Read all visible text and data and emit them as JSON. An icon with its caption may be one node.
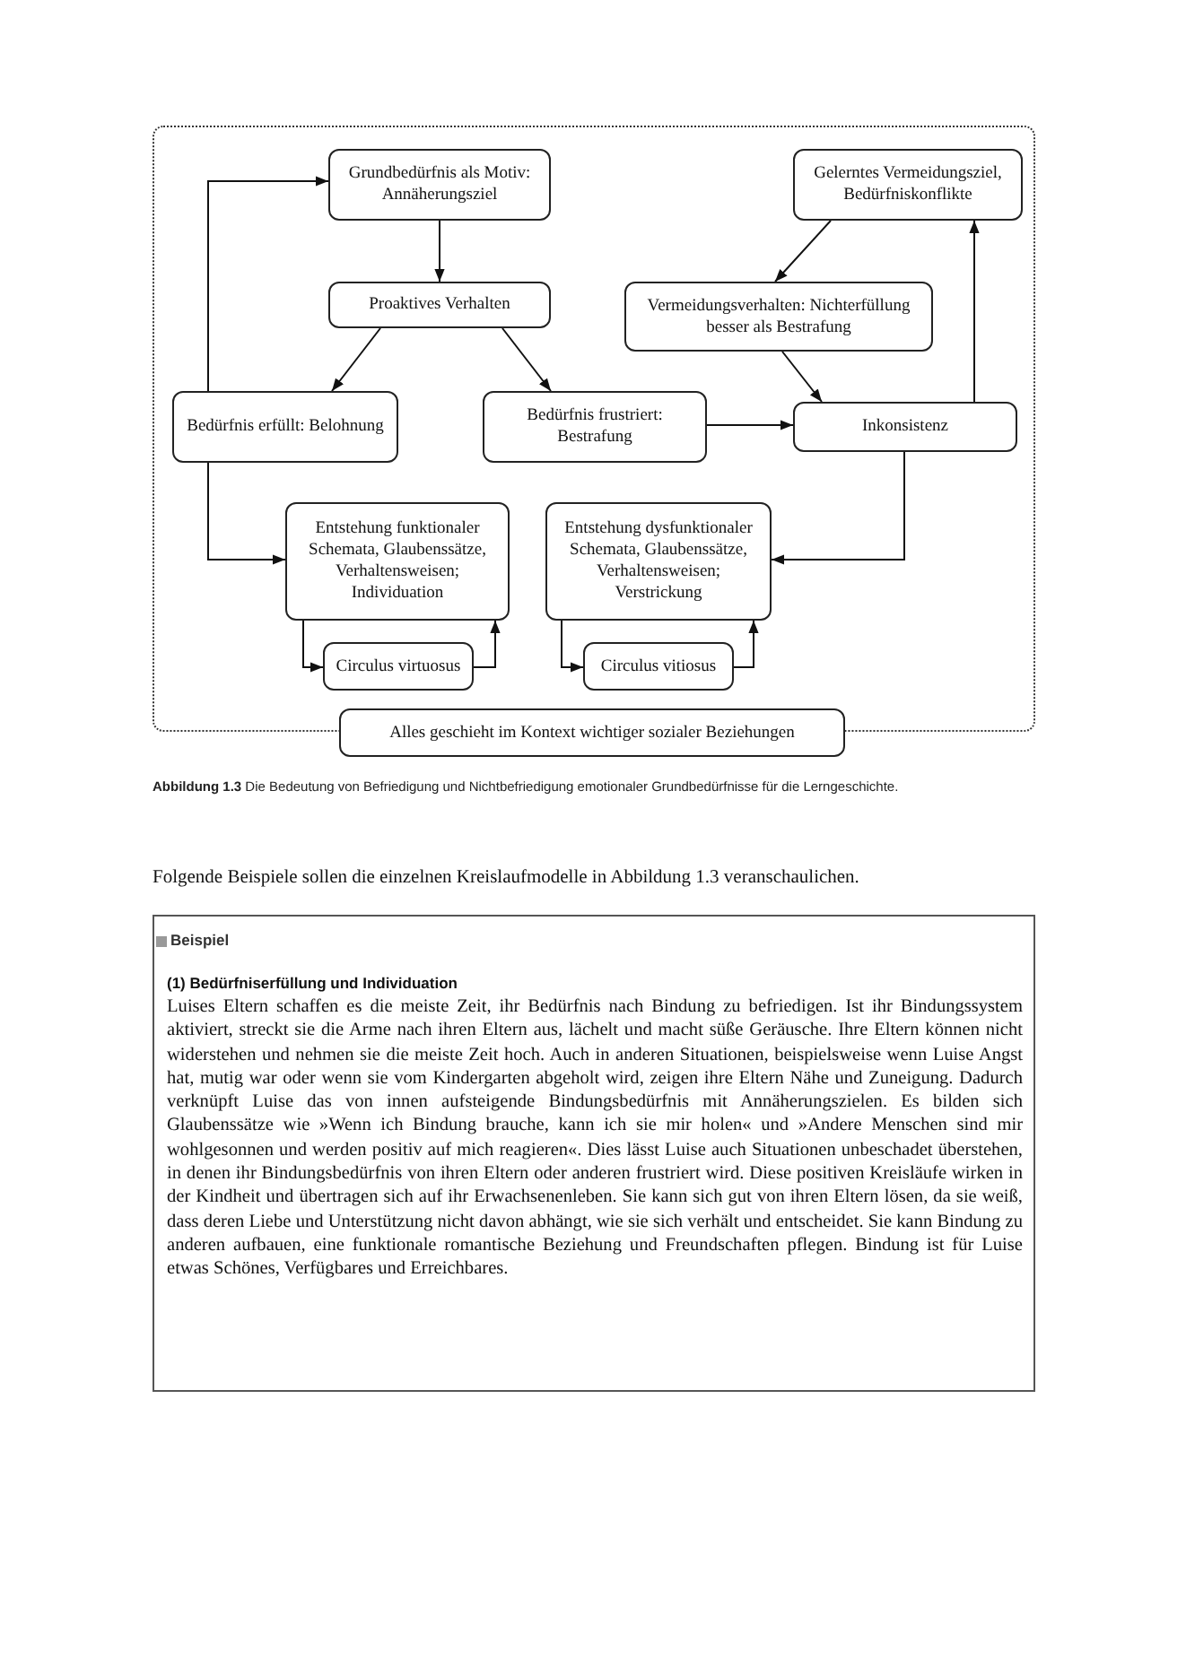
{
  "diagram": {
    "nodes": [
      {
        "text": [
          "Grundbedürfnis als Motiv: Annäherungsziel"
        ]
      },
      {
        "text": [
          "Gelerntes Vermeidungsziel, Bedürfniskonflikte"
        ]
      },
      {
        "text": [
          "Proaktives Verhalten"
        ]
      },
      {
        "text": [
          "Vermeidungsverhalten: Nichterfüllung besser als Bestrafung"
        ]
      },
      {
        "text": [
          "Bedürfnis erfüllt: Belohnung"
        ]
      },
      {
        "text": [
          "Bedürfnis frustriert: Bestrafung"
        ]
      },
      {
        "text": [
          "Inkonsistenz"
        ]
      },
      {
        "text": [
          "Entstehung funktionaler Schemata, Glaubenssätze, Verhaltensweisen; Individuation"
        ]
      },
      {
        "text": [
          "Entstehung dysfunktionaler Schemata, Glaubenssätze, Verhaltensweisen; Verstrickung"
        ]
      },
      {
        "text": [
          "Circulus virtuosus"
        ]
      },
      {
        "text": [
          "Circulus vitiosus"
        ]
      },
      {
        "text": [
          "Alles geschieht im Kontext wichtiger sozialer Beziehungen"
        ]
      }
    ],
    "edges": [
      {
        "from": 0,
        "to": 2,
        "arrow": "to"
      },
      {
        "from": 2,
        "to": 4,
        "arrow": "to"
      },
      {
        "from": 2,
        "to": 5,
        "arrow": "to"
      },
      {
        "from": 1,
        "to": 3,
        "arrow": "to"
      },
      {
        "from": 3,
        "to": 6,
        "arrow": "to"
      },
      {
        "from": 5,
        "to": 6,
        "arrow": "to"
      },
      {
        "from": 6,
        "to": 1,
        "arrow": "to"
      },
      {
        "from": 4,
        "to": 0,
        "arrow": "to"
      },
      {
        "from": 4,
        "to": 7,
        "arrow": "to"
      },
      {
        "from": 6,
        "to": 8,
        "arrow": "to"
      },
      {
        "from": 7,
        "to": 9,
        "arrow": "to"
      },
      {
        "from": 9,
        "to": 7,
        "arrow": "to"
      },
      {
        "from": 8,
        "to": 10,
        "arrow": "to"
      },
      {
        "from": 10,
        "to": 8,
        "arrow": "to"
      }
    ],
    "labels": [
      "**Abbildung 1.3** Die Bedeutung von Befriedigung und Nichtbefriedigung emotionaler Grundbedürfnisse für die Lerngeschichte.",
      "Folgende Beispiele sollen die einzelnen Kreislaufmodelle in Abbildung 1.3 veranschaulichen.",
      "Beispiel",
      "(1) Bedürfniserfüllung und Individuation",
      "Luises Eltern schaffen es die meiste Zeit, ihr Bedürfnis nach Bindung zu befriedigen. Ist ihr Bindungssystem aktiviert, streckt sie die Arme nach ihren Eltern aus, lächelt und macht süße Geräusche. Ihre Eltern können nicht widerstehen und nehmen sie die meiste Zeit hoch. Auch in anderen Situationen, beispielsweise wenn Luise Angst hat, mutig war oder wenn sie vom Kindergarten abgeholt wird, zeigen ihre Eltern Nähe und Zuneigung. Dadurch verknüpft Luise das von innen aufsteigende Bindungsbedürfnis mit Annäherungszielen. Es bilden sich Glaubenssätze wie »Wenn ich Bindung brauche, kann ich sie mir holen« und »Andere Menschen sind mir wohlgesonnen und werden positiv auf mich reagieren«. Dies lässt Luise auch Situationen unbeschadet überstehen, in denen ihr Bindungsbedürfnis von ihren Eltern oder anderen frustriert wird. Diese positiven Kreisläufe wirken in der Kindheit und übertragen sich auf ihr Erwachsenenleben. Sie kann sich gut von ihren Eltern lösen, da sie weiß, dass deren Liebe und Unterstützung nicht davon abhängt, wie sie sich verhält und entscheidet. Sie kann Bindung zu anderen aufbauen, eine funktionale romantische Beziehung und Freundschaften pflegen. Bindung ist für Luise etwas Schönes, Verfügbares und Erreichbares."
    ]
  }
}
